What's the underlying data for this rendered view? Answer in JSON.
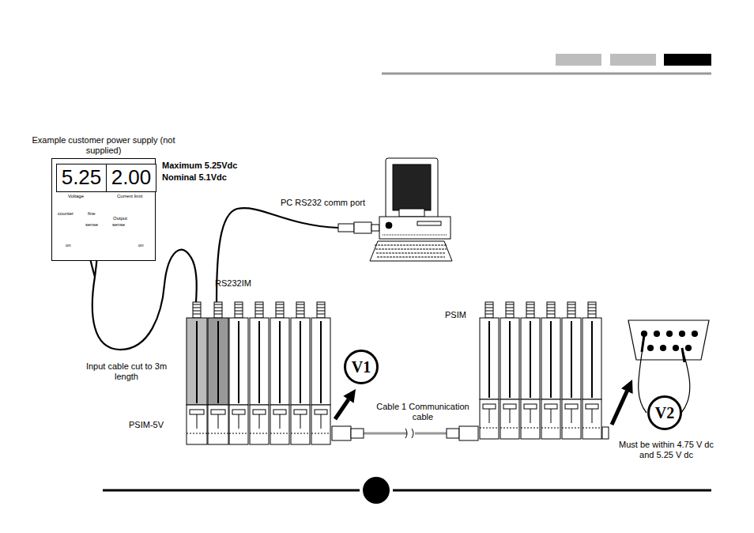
{
  "diagram": {
    "nodes": [
      {
        "text": [
          "Example customer power supply (not supplied)",
          "Voltage",
          "Current limit",
          "counter",
          "fine",
          "Output",
          "sense",
          "sense",
          "on",
          "on"
        ]
      },
      {
        "text": [
          "5.25"
        ],
        "in": 0
      },
      {
        "text": [
          "2.00"
        ],
        "in": 0
      },
      {
        "text": [
          "V1"
        ]
      },
      {
        "text": [
          "V2"
        ]
      }
    ],
    "labels": [
      "Maximum 5.25Vdc",
      "Nominal 5.1Vdc",
      "PC RS232 comm port",
      "RS232IM",
      "PSIM",
      "Input cable cut to 3m length",
      "PSIM-5V",
      "Cable 1 Communication cable",
      "Must be within 4.75 V dc and 5.25 V dc"
    ]
  }
}
